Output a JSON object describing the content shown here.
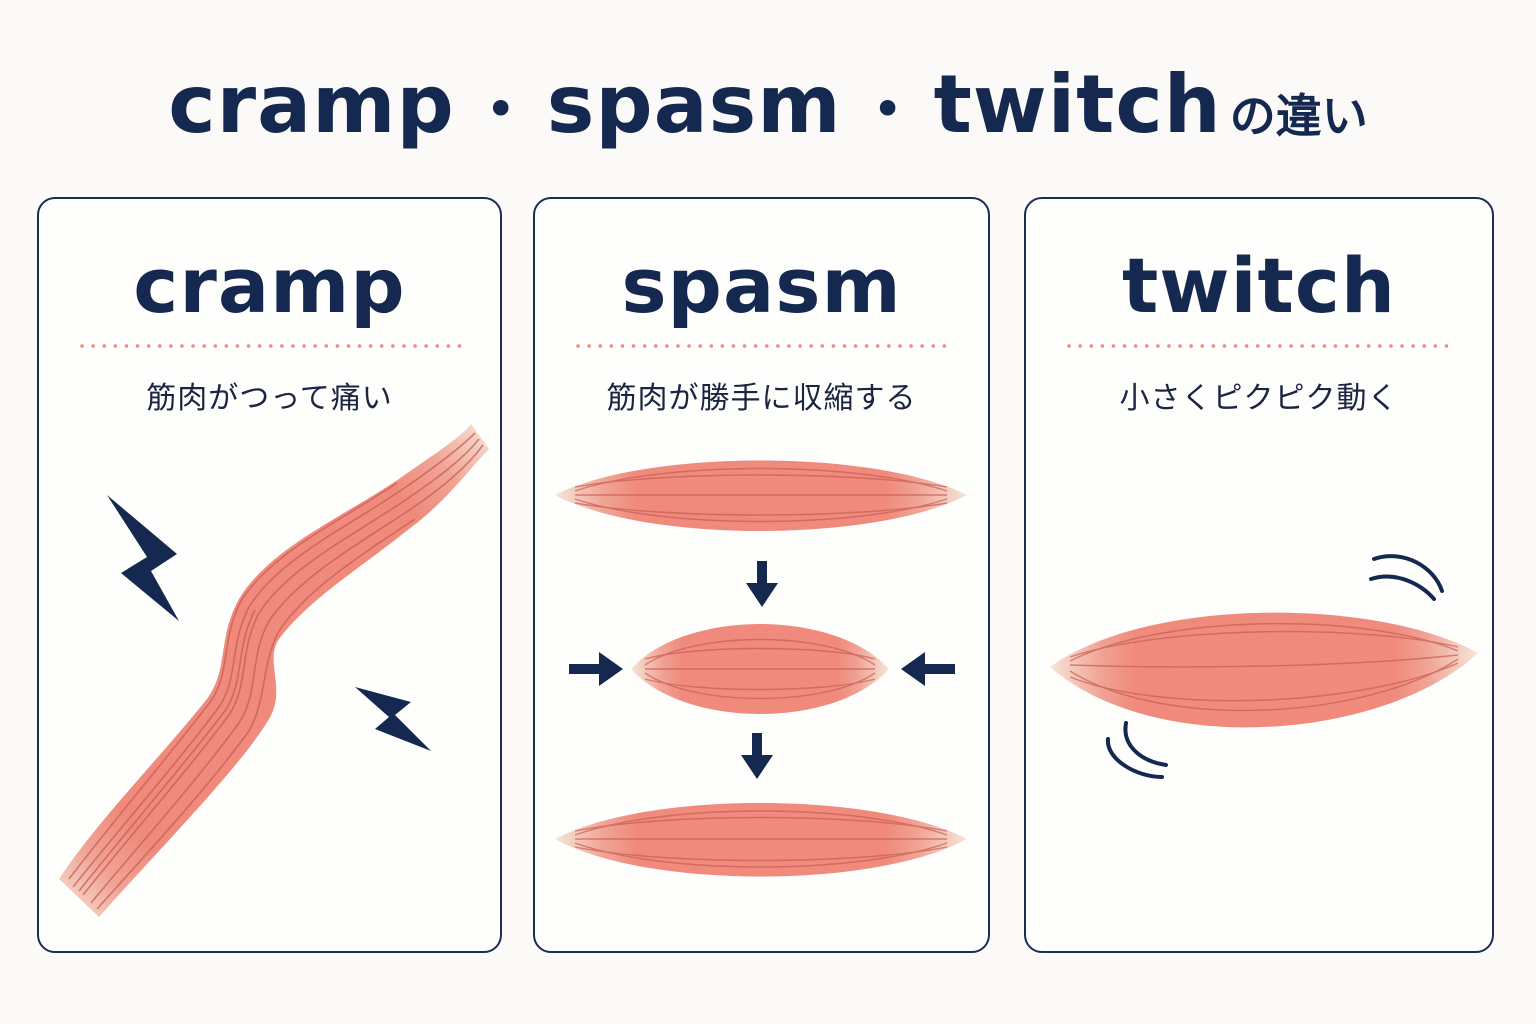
{
  "title": {
    "cramp": "cramp",
    "sep1": "・",
    "spasm": "spasm",
    "sep2": "・",
    "twitch": "twitch",
    "suffix": "の違い"
  },
  "panels": [
    {
      "id": "cramp",
      "heading": "cramp",
      "description": "筋肉がつって痛い"
    },
    {
      "id": "spasm",
      "heading": "spasm",
      "description": "筋肉が勝手に収縮する"
    },
    {
      "id": "twitch",
      "heading": "twitch",
      "description": "小さくピクピク動く"
    }
  ],
  "colors": {
    "navy": "#15284f",
    "muscle": "#ef8a7c",
    "muscle_line": "#c95c55",
    "tendon": "#f5e6d8",
    "dotted_rule": "#ef8a7c"
  }
}
